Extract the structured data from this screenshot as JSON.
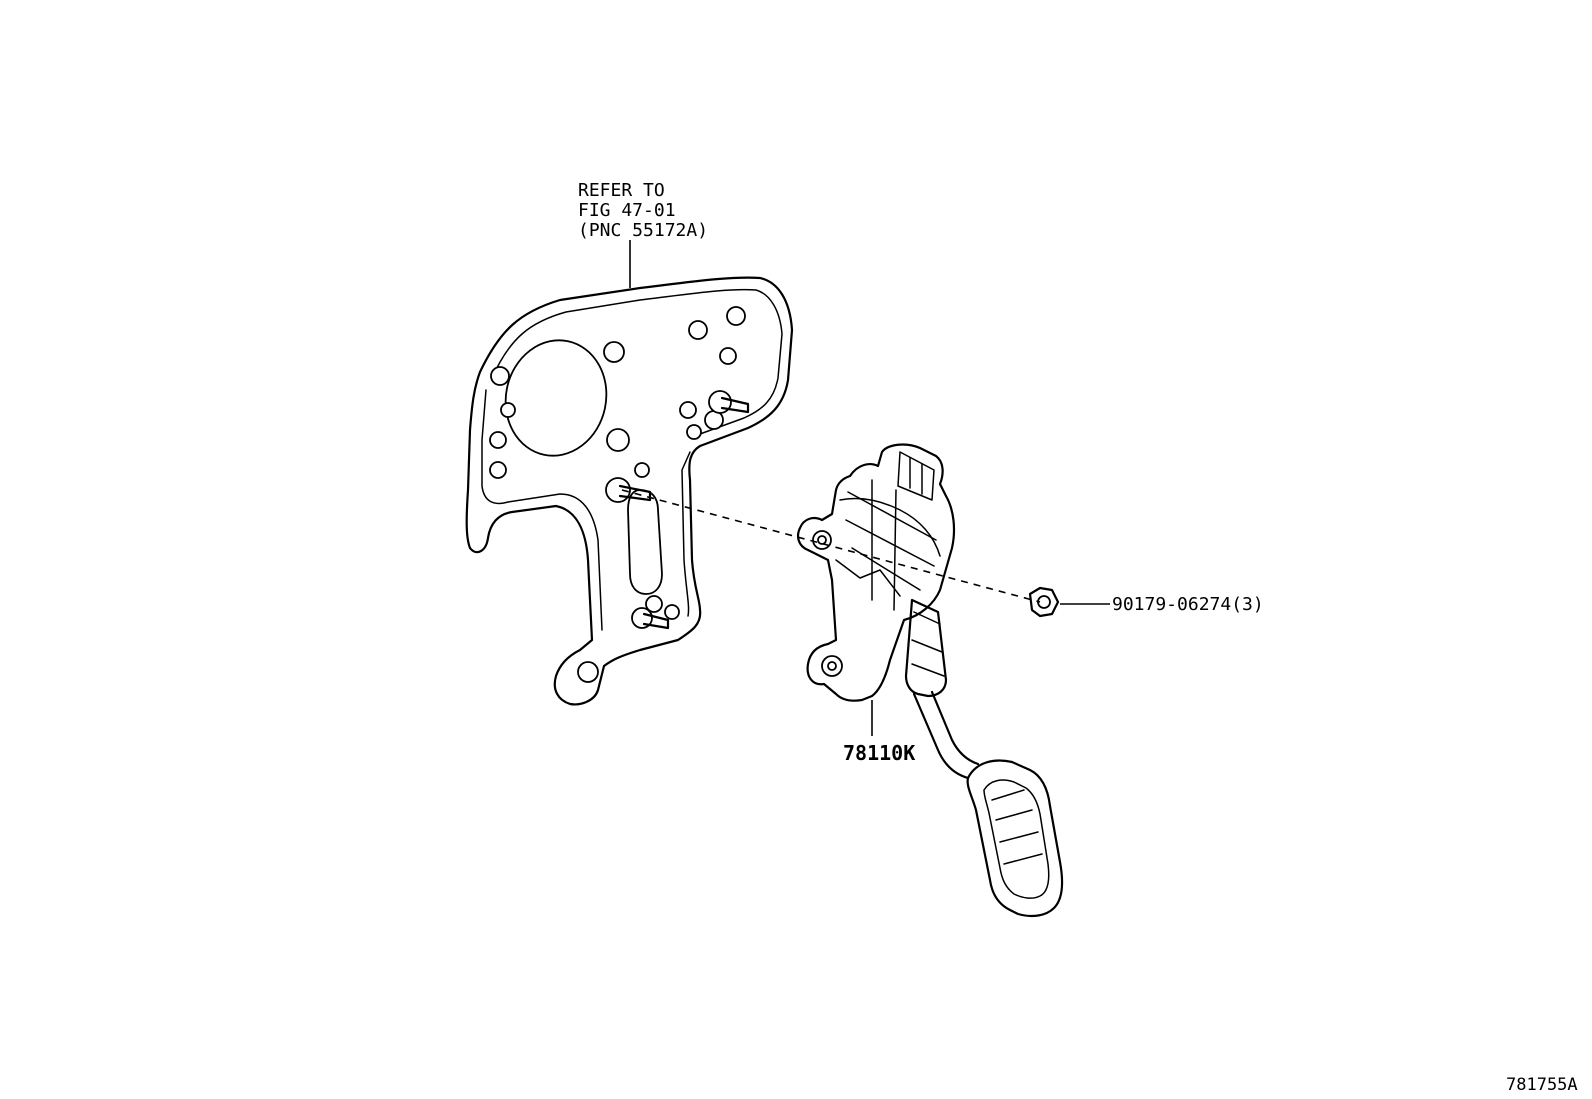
{
  "callouts": {
    "refer": {
      "line1": "REFER TO",
      "line2": "FIG 47-01",
      "line3": "(PNC 55172A)"
    },
    "nut_part": "90179-06274(3)",
    "pedal_part": "78110K"
  },
  "figure_id": "781755A"
}
